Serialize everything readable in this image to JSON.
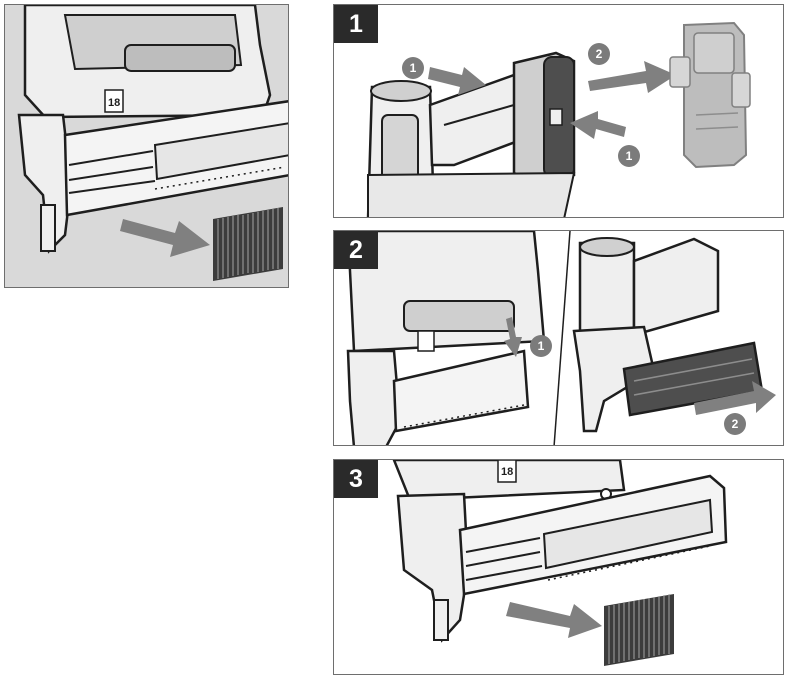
{
  "steps": {
    "step1": {
      "badge": "1",
      "callouts": [
        "1",
        "2",
        "1"
      ]
    },
    "step2": {
      "badge": "2",
      "callouts": [
        "1",
        "2"
      ]
    },
    "step3": {
      "badge": "3"
    }
  },
  "tool_markings": {
    "gauge_label": "18"
  },
  "colors": {
    "outline": "#1e1e1e",
    "tool_body": "#efefef",
    "tool_shade": "#b9b9b9",
    "panel_gray": "#d9d9d9",
    "arrow": "#808080",
    "magazine_dark": "#4e4e4e",
    "nail_strip": "#3c3c3c",
    "badge": "#2a2a2a",
    "callout": "#7b7b7b"
  },
  "icons": {
    "removal_arrow": "arrow-right-icon",
    "nail_strip": "nail-strip-icon",
    "battery": "battery-pack-icon"
  }
}
